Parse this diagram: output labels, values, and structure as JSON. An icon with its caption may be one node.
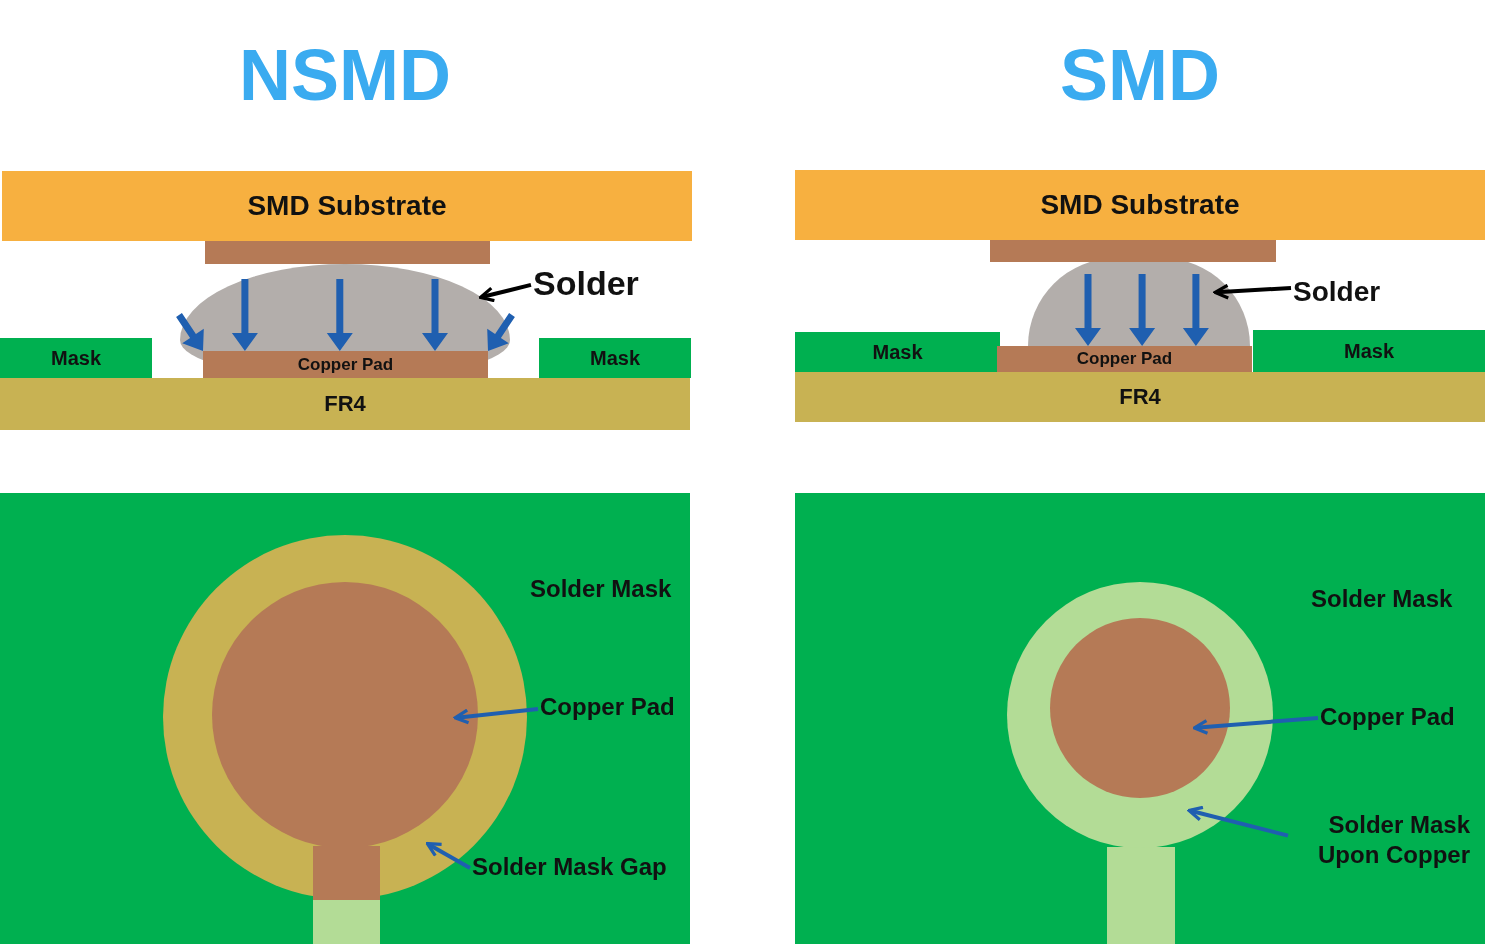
{
  "diagram": {
    "nodes": [
      {
        "text": [
          "SMD Substrate"
        ]
      },
      {
        "text": [],
        "shape": "dome"
      },
      {
        "text": [
          "Solder"
        ]
      },
      {
        "text": [
          "Mask"
        ]
      },
      {
        "text": [
          "Copper Pad"
        ],
        "in": 1
      },
      {
        "text": [
          "Mask"
        ]
      },
      {
        "text": [
          "FR4"
        ]
      },
      {
        "text": [
          "SMD Substrate"
        ]
      },
      {
        "text": [],
        "shape": "dome"
      },
      {
        "text": [
          "Solder"
        ]
      },
      {
        "text": [
          "Mask"
        ]
      },
      {
        "text": [
          "Copper Pad"
        ]
      },
      {
        "text": [
          "Mask"
        ]
      },
      {
        "text": [
          "FR4"
        ]
      },
      {
        "text": [
          "Solder Mask"
        ]
      },
      {
        "text": [
          "Copper Pad"
        ],
        "in": 14
      },
      {
        "text": [],
        "shape": "ring",
        "in": 14
      },
      {
        "text": [],
        "shape": "circle",
        "in": 16
      },
      {
        "text": [
          "Solder Mask Gap"
        ],
        "in": 14
      },
      {
        "text": [
          "Solder Mask"
        ]
      },
      {
        "text": [
          "Copper Pad"
        ],
        "in": 19
      },
      {
        "text": [],
        "shape": "ring",
        "in": 19
      },
      {
        "text": [],
        "shape": "circle",
        "in": 21
      },
      {
        "text": [
          "Solder Mask Upon Copper"
        ],
        "in": 19
      },
      {
        "text": [],
        "shape": "bar"
      },
      {
        "text": [],
        "shape": "bar"
      },
      {
        "text": [],
        "shape": "bar",
        "in": 16
      },
      {
        "text": [],
        "shape": "bar",
        "in": 14
      },
      {
        "text": [],
        "shape": "bar",
        "in": 19
      }
    ],
    "edges": [
      {
        "from": 2,
        "to": 1,
        "arrow": "to",
        "color": "#000000"
      },
      {
        "from": 9,
        "to": 8,
        "arrow": "to",
        "color": "#000000"
      },
      {
        "from": 15,
        "to": 17,
        "arrow": "to"
      },
      {
        "from": 18,
        "to": 16,
        "arrow": "to"
      },
      {
        "from": 20,
        "to": 22,
        "arrow": "to"
      },
      {
        "from": 23,
        "to": 21,
        "arrow": "to"
      },
      {
        "from": null,
        "to": 4,
        "arrow": "to",
        "style": "thick"
      },
      {
        "from": null,
        "to": 4,
        "arrow": "to",
        "style": "thick"
      },
      {
        "from": null,
        "to": 4,
        "arrow": "to",
        "style": "thick"
      },
      {
        "from": null,
        "to": 4,
        "arrow": "to",
        "style": "thick"
      },
      {
        "from": null,
        "to": 4,
        "arrow": "to",
        "style": "thick"
      },
      {
        "from": null,
        "to": 11,
        "arrow": "to",
        "style": "thick"
      },
      {
        "from": null,
        "to": 11,
        "arrow": "to",
        "style": "thick"
      },
      {
        "from": null,
        "to": 11,
        "arrow": "to",
        "style": "thick"
      }
    ],
    "labels": [
      "NSMD",
      "SMD"
    ]
  }
}
